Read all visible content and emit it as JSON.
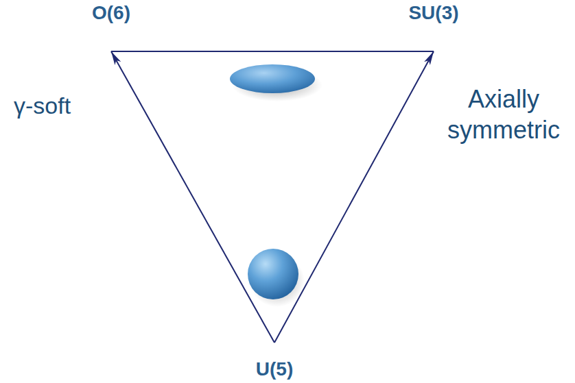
{
  "diagram": {
    "nodes": [
      {
        "text": [
          "O(6)"
        ]
      },
      {
        "text": [
          "SU(3)"
        ]
      },
      {
        "text": [
          "U(5)"
        ]
      }
    ],
    "edges": [
      {
        "from": 0,
        "to": 1,
        "arrow": "none"
      },
      {
        "from": 2,
        "to": 0,
        "arrow": "to"
      },
      {
        "from": 2,
        "to": 1,
        "arrow": "to"
      }
    ],
    "labels": [
      "γ-soft",
      "Axially symmetric"
    ]
  }
}
